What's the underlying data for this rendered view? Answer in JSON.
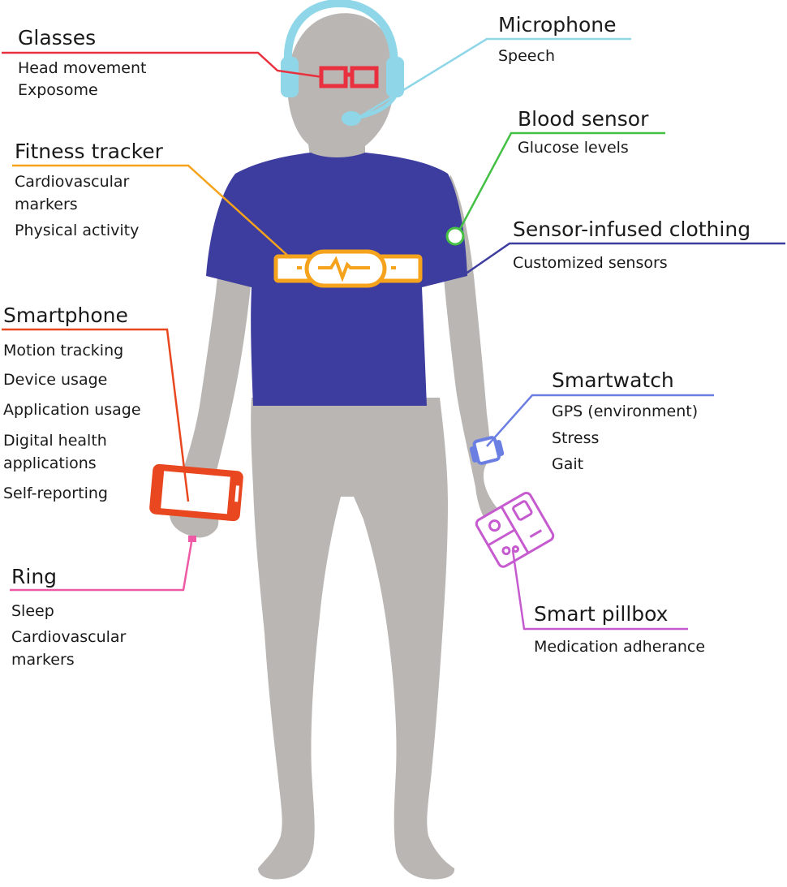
{
  "colors": {
    "body": "#bab6b3",
    "shirt": "#3d3c9f",
    "glasses": "#e8303f",
    "microphone": "#8fd7e8",
    "blood_sensor": "#44c044",
    "fitness_tracker": "#f5a21c",
    "sensor_clothing": "#3d3c9f",
    "smartphone": "#e8471f",
    "smartwatch": "#6b7fe3",
    "ring": "#ee5aa5",
    "pillbox": "#c65bd0"
  },
  "labels": {
    "glasses": {
      "title": "Glasses",
      "items": [
        "Head movement",
        "Exposome"
      ]
    },
    "microphone": {
      "title": "Microphone",
      "items": [
        "Speech"
      ]
    },
    "blood_sensor": {
      "title": "Blood sensor",
      "items": [
        "Glucose levels"
      ]
    },
    "fitness_tracker": {
      "title": "Fitness tracker",
      "items": [
        "Cardiovascular",
        "markers",
        "Physical activity"
      ]
    },
    "sensor_clothing": {
      "title": "Sensor-infused clothing",
      "items": [
        "Customized sensors"
      ]
    },
    "smartphone": {
      "title": "Smartphone",
      "items": [
        "Motion tracking",
        "Device usage",
        "Application usage",
        "Digital health",
        "applications",
        "Self-reporting"
      ]
    },
    "smartwatch": {
      "title": "Smartwatch",
      "items": [
        "GPS (environment)",
        "Stress",
        "Gait"
      ]
    },
    "ring": {
      "title": "Ring",
      "items": [
        "Sleep",
        "Cardiovascular",
        "markers"
      ]
    },
    "pillbox": {
      "title": "Smart pillbox",
      "items": [
        "Medication adherance"
      ]
    }
  }
}
